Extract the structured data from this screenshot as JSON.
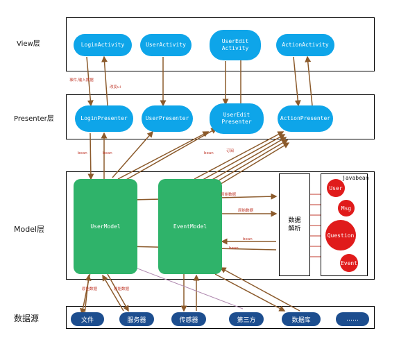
{
  "layers": {
    "view": "View层",
    "presenter": "Presenter层",
    "model": "Model层",
    "datasource": "数据源"
  },
  "view_nodes": [
    "LoginActivity",
    "UserActivity",
    "UserEdit\nActivity",
    "ActionActivity"
  ],
  "presenter_nodes": [
    "LoginPresenter",
    "UserPresenter",
    "UserEdit\nPresenter",
    "ActionPresenter"
  ],
  "models": {
    "user": "UserModel",
    "event": "EventModel"
  },
  "parser": "数据\n解析",
  "javabean": {
    "title": "javabean",
    "items": [
      "User",
      "Msg",
      "Question",
      "Event"
    ]
  },
  "sources": [
    "文件",
    "服务器",
    "传感器",
    "第三方",
    "数据库",
    "……"
  ],
  "annotations": {
    "view_to_presenter": "事件,输入数据",
    "presenter_to_view": "改变ui",
    "bean_left_down": "bean",
    "bean_left_up": "bean",
    "bean_mid": "bean",
    "subscribe": "订阅",
    "raw_data_1": "原始数据",
    "raw_data_2": "原始数据",
    "bean_back_1": "bean",
    "bean_back_2": "bean",
    "raw_bottom_1": "原始数据",
    "raw_bottom_2": "原始数据"
  },
  "colors": {
    "pill": "#0ea5e9",
    "model": "#2fb36a",
    "arrow": "#8b5a2b",
    "circle": "#e01b1b",
    "source": "#1d4e8f"
  }
}
